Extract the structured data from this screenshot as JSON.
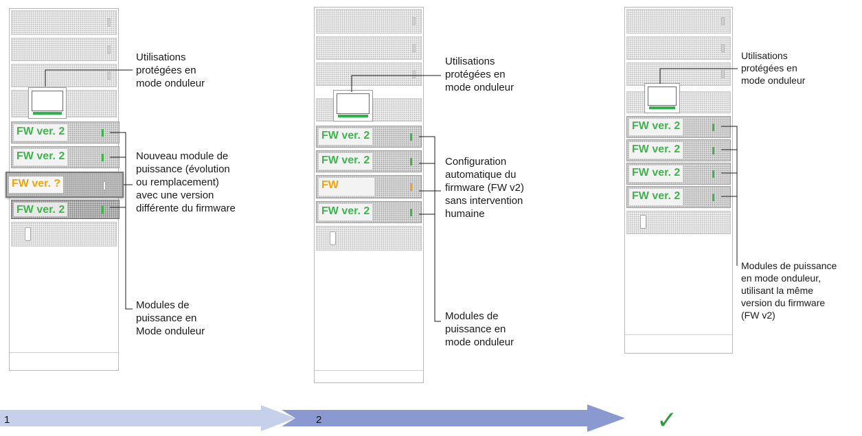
{
  "steps": [
    {
      "number": "1",
      "modules": [
        {
          "label": "FW ver. 2",
          "state": "ok"
        },
        {
          "label": "FW ver. 2",
          "state": "ok"
        },
        {
          "label": "FW ver. ?",
          "state": "new"
        },
        {
          "label": "FW ver. 2",
          "state": "ok"
        }
      ],
      "annotations": {
        "top": "Utilisations\nprotégées en\nmode onduleur",
        "middle": "Nouveau module de\npuissance (évolution\nou remplacement)\navec une version\ndifférente du firmware",
        "bottom": "Modules de\npuissance en\nMode onduleur"
      }
    },
    {
      "number": "2",
      "modules": [
        {
          "label": "FW ver. 2",
          "state": "ok"
        },
        {
          "label": "FW ver. 2",
          "state": "ok"
        },
        {
          "label": "FW",
          "state": "updating"
        },
        {
          "label": "FW ver. 2",
          "state": "ok"
        }
      ],
      "annotations": {
        "top": "Utilisations\nprotégées en\nmode onduleur",
        "middle": "Configuration\nautomatique du\nfirmware (FW v2)\nsans intervention\nhumaine",
        "bottom": "Modules de\npuissance en\nmode onduleur"
      }
    },
    {
      "number": "",
      "modules": [
        {
          "label": "FW ver. 2",
          "state": "ok"
        },
        {
          "label": "FW ver. 2",
          "state": "ok"
        },
        {
          "label": "FW ver. 2",
          "state": "ok"
        },
        {
          "label": "FW ver. 2",
          "state": "ok"
        }
      ],
      "annotations": {
        "top": "Utilisations\nprotégées en\nmode onduleur",
        "bottom": "Modules de puissance\nen mode onduleur,\nutilisant la même\nversion du firmware\n(FW v2)"
      }
    }
  ],
  "final_mark": "✓",
  "colors": {
    "ok_green": "#3db54a",
    "update_orange": "#f0a500",
    "arrow1": "#c7d0ea",
    "arrow2": "#8a9ad0",
    "check": "#2f9a3c"
  }
}
